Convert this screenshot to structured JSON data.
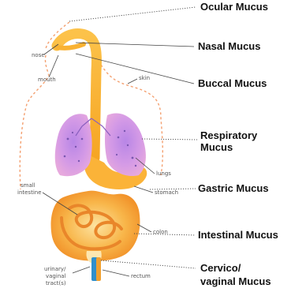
{
  "labels": {
    "ocular": "Ocular Mucus",
    "nasal": "Nasal Mucus",
    "buccal": "Buccal Mucus",
    "respiratory_1": "Respiratory",
    "respiratory_2": "Mucus",
    "gastric": "Gastric Mucus",
    "intestinal": "Intestinal Mucus",
    "cervico_1": "Cervico/",
    "cervico_2": "vaginal Mucus"
  },
  "anatomy": {
    "nose": "nose",
    "mouth": "mouth",
    "skin": "skin",
    "lungs": "lungs",
    "small_intestine_1": "small",
    "small_intestine_2": "intestine",
    "stomach": "stomach",
    "colon": "colon",
    "urinary_1": "urinary/",
    "urinary_2": "vaginal",
    "urinary_3": "tract(s)",
    "rectum": "rectum"
  },
  "colors": {
    "tract": "#f9b233",
    "lung": "#c98ee0",
    "skin_outline": "#f4a070",
    "intestine": "#f39a2a",
    "urinary": "#3aa3d8"
  }
}
